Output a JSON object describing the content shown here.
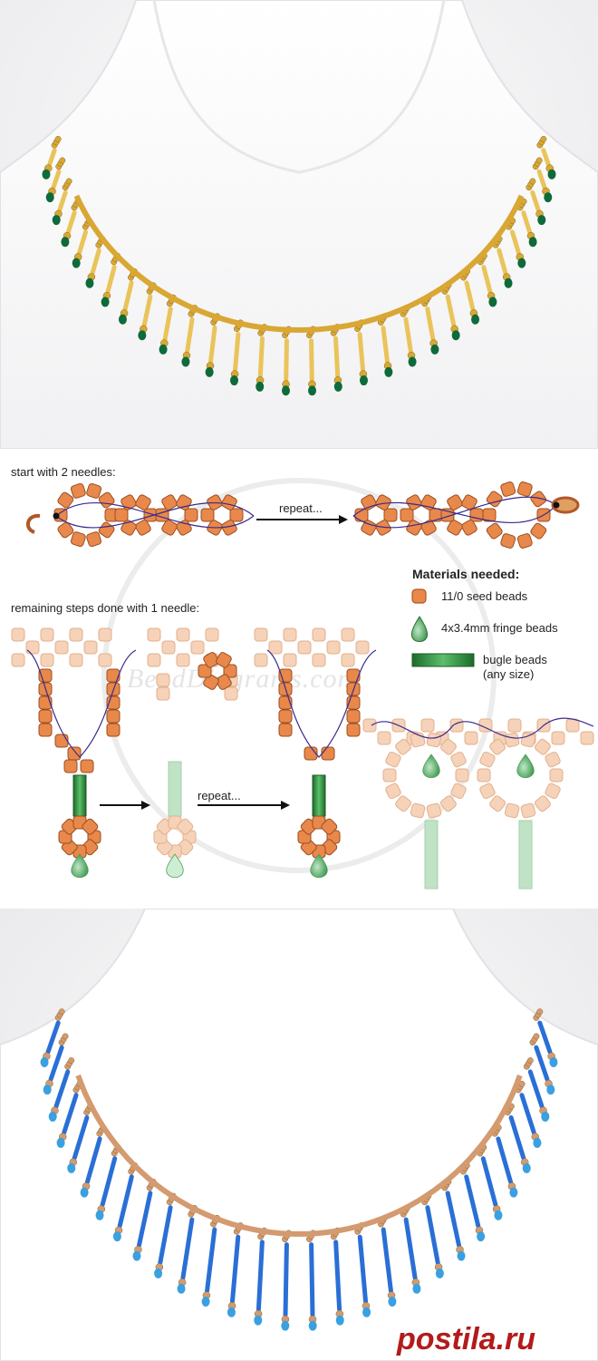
{
  "diagram": {
    "start_label": "start with 2 needles:",
    "repeat_label_top": "repeat...",
    "remaining_label": "remaining steps done with 1 needle:",
    "repeat_label_bottom": "repeat...",
    "watermark": "BeadDiagrams.com",
    "materials": {
      "title": "Materials needed:",
      "items": [
        {
          "label": "11/0 seed beads",
          "icon": "seed-bead-icon"
        },
        {
          "label": "4x3.4mm fringe beads",
          "icon": "fringe-bead-icon"
        },
        {
          "label": "bugle beads",
          "sub": "(any size)",
          "icon": "bugle-bead-icon"
        }
      ]
    }
  },
  "brand": {
    "text": "postila.ru",
    "color": "#b31b1b"
  },
  "colors": {
    "seed_bead": "#e8884a",
    "seed_bead_pale": "#f6d2b8",
    "fringe_bead": "#4f9f5d",
    "bugle_bead": "#2f8a3a",
    "bugle_pale": "#bfe3c4",
    "thread": "#3a2a8c",
    "gold": "#d9a733",
    "emerald": "#0f6a3a",
    "blue": "#2a6fd6",
    "copper": "#d49a70"
  }
}
